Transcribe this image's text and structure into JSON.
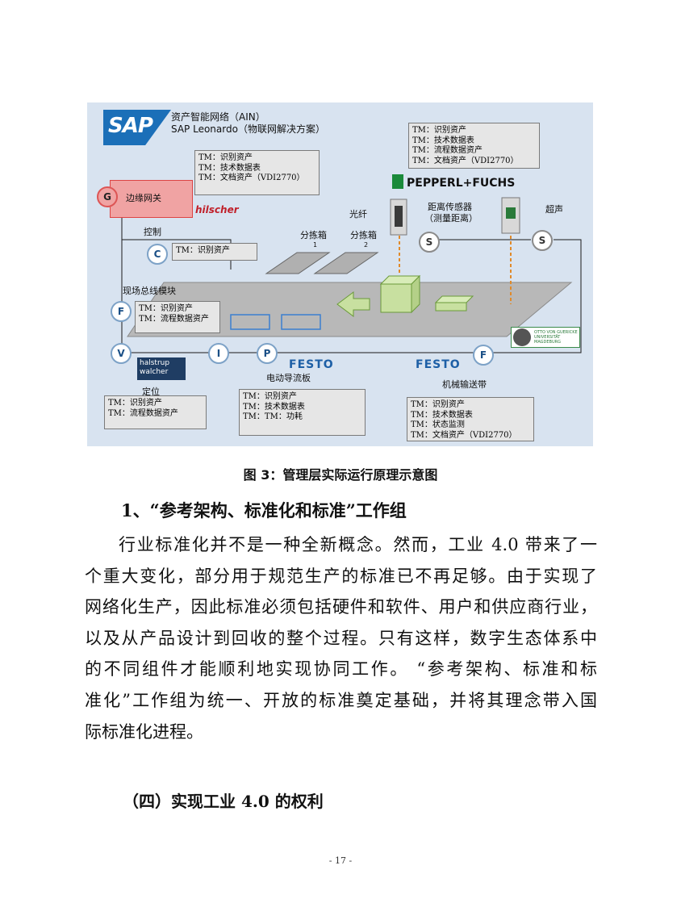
{
  "figure": {
    "sap_logo": "SAP",
    "sap_line1": "资产智能网络（AIN）",
    "sap_line2": "SAP Leonardo（物联网解决方案）",
    "edge_gateway": {
      "letter": "G",
      "label": "边缘网关"
    },
    "tm_gateway": [
      "TM：识别资产",
      "TM：技术数据表",
      "TM：文档资产（VDI2770）"
    ],
    "tm_top_right": [
      "TM：识别资产",
      "TM：技术数据表",
      "TM：流程数据资产",
      "TM：文档资产（VDI2770）"
    ],
    "pepperl_logo": "PEPPERL+FUCHS",
    "hilscher_logo": "hilscher",
    "labels": {
      "control": "控制",
      "fiber": "光纤",
      "distance_sensor": "距离传感器",
      "distance_measure": "（测量距离）",
      "ultrasonic": "超声",
      "sorter1": "分拣箱",
      "sorter2": "分拣箱",
      "sorter1_num": "1",
      "sorter2_num": "2",
      "fieldbus": "现场总线模块",
      "positioning": "定位",
      "guide_plate": "电动导流板",
      "conveyor": "机械输送带"
    },
    "circles": {
      "c": "C",
      "f1": "F",
      "v": "V",
      "i": "I",
      "p": "P",
      "f2": "F",
      "s1": "S",
      "s2": "S"
    },
    "tm_control": [
      "TM：识别资产"
    ],
    "tm_fieldbus": [
      "TM：识别资产",
      "TM：流程数据资产"
    ],
    "tm_positioning": [
      "TM：识别资产",
      "TM：流程数据资产"
    ],
    "tm_guide_plate": [
      "TM：识别资产",
      "TM：技术数据表",
      "TM：TM：功耗"
    ],
    "tm_conveyor": [
      "TM：识别资产",
      "TM：技术数据表",
      "TM：状态监测",
      "TM：文档资产（VDI2770）"
    ],
    "festo_logo_1": "FESTO",
    "festo_logo_2": "FESTO",
    "halstrup_logo": [
      "halstrup",
      "walcher"
    ],
    "uni_logo": "OTTO VON GUERICKE UNIVERSITÄT MAGDEBURG"
  },
  "caption": "图 3：管理层实际运行原理示意图",
  "heading1": "1、“参考架构、标准化和标准”工作组",
  "paragraph_lines": [
    "行业标准化并不是一种全新概念。然而，工业 4.0 带来了一",
    "个重大变化，部分用于规范生产的标准已不再足够。由于实现了",
    "网络化生产，因此标准必须包括硬件和软件、用户和供应商行业，",
    "以及从产品设计到回收的整个过程。只有这样，数字生态体系中",
    "的不同组件才能顺利地实现协同工作。 “参考架构、标准和标",
    "准化”工作组为统一、开放的标准奠定基础，并将其理念带入国",
    "际标准化进程。"
  ],
  "heading2": "（四）实现工业 4.0 的权利",
  "page_number": "- 17 -"
}
